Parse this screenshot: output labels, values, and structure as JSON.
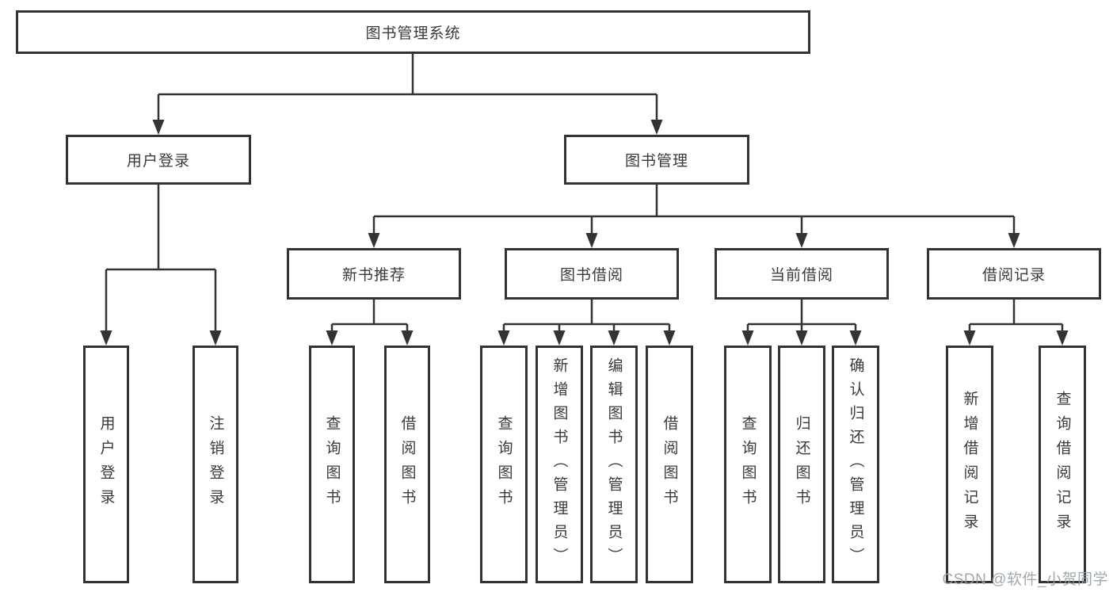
{
  "diagram_type": "hierarchy-tree",
  "colors": {
    "line": "#333333",
    "box_border": "#333333",
    "box_background": "#ffffff",
    "text": "#3a3a3a",
    "watermark": "#989ea3"
  },
  "hierarchy": {
    "label": "图书管理系统",
    "children": [
      {
        "label": "用户登录",
        "children": [
          {
            "label": "用户登录"
          },
          {
            "label": "注销登录"
          }
        ]
      },
      {
        "label": "图书管理",
        "children": [
          {
            "label": "新书推荐",
            "children": [
              {
                "label": "查询图书"
              },
              {
                "label": "借阅图书"
              }
            ]
          },
          {
            "label": "图书借阅",
            "children": [
              {
                "label": "查询图书"
              },
              {
                "label": "新增图书（管理员）"
              },
              {
                "label": "编辑图书（管理员）"
              },
              {
                "label": "借阅图书"
              }
            ]
          },
          {
            "label": "当前借阅",
            "children": [
              {
                "label": "查询图书"
              },
              {
                "label": "归还图书"
              },
              {
                "label": "确认归还（管理员）"
              }
            ]
          },
          {
            "label": "借阅记录",
            "children": [
              {
                "label": "新增借阅记录"
              },
              {
                "label": "查询借阅记录"
              }
            ]
          }
        ]
      }
    ]
  },
  "watermark": {
    "text": "CSDN @软件_小贺同学"
  }
}
